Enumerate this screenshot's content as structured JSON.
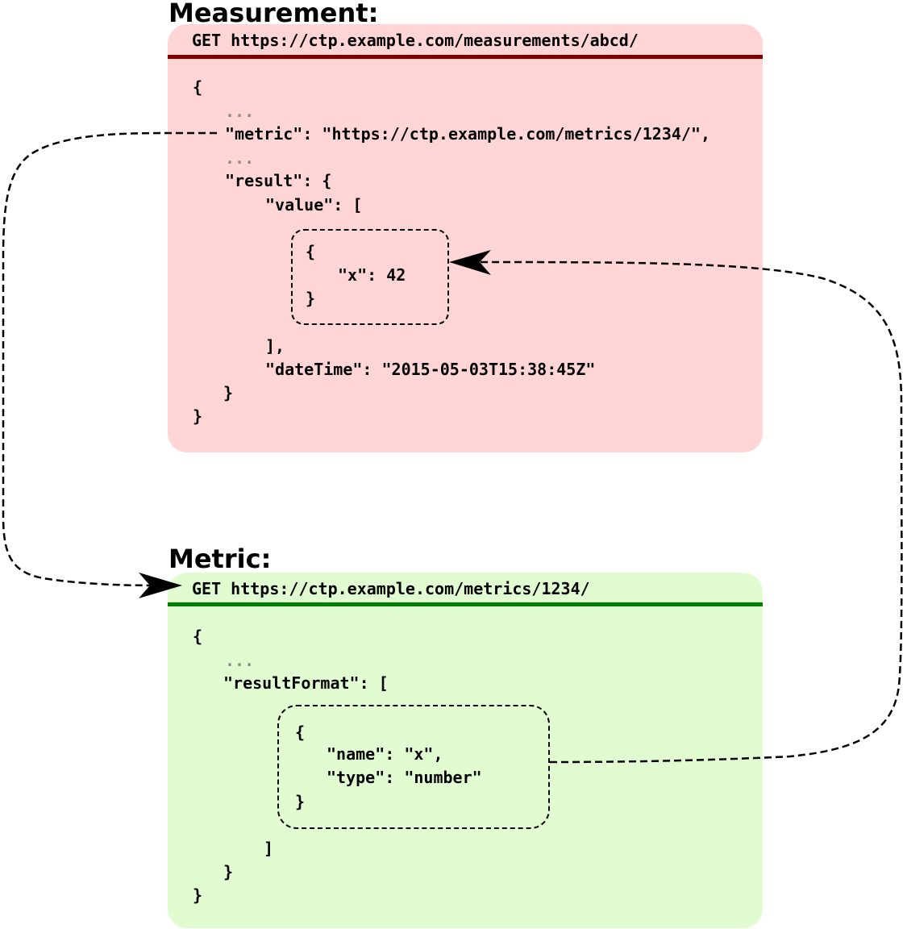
{
  "measurement": {
    "title": "Measurement:",
    "request": "GET https://ctp.example.com/measurements/abcd/",
    "accent_color": "#800000",
    "background_color": "#ffd5d5",
    "lines": {
      "open": "{",
      "ellipsis_1": "...",
      "metric": "\"metric\": \"https://ctp.example.com/metrics/1234/\",",
      "ellipsis_2": "...",
      "result_open": "\"result\": {",
      "value_open": "\"value\": [",
      "item_open": "{",
      "item_x": "\"x\": 42",
      "item_close": "}",
      "value_close": "],",
      "datetime": "\"dateTime\": \"2015-05-03T15:38:45Z\"",
      "result_close": "}",
      "close": "}"
    }
  },
  "metric": {
    "title": "Metric:",
    "request": "GET https://ctp.example.com/metrics/1234/",
    "accent_color": "#008000",
    "background_color": "#e0fcd0",
    "lines": {
      "open": "{",
      "ellipsis_1": "...",
      "result_format_open": "\"resultFormat\": [",
      "item_open": "{",
      "item_name": "\"name\": \"x\",",
      "item_type": "\"type\": \"number\"",
      "item_close": "}",
      "result_format_close": "]",
      "inner_close": "}",
      "close": "}"
    }
  }
}
